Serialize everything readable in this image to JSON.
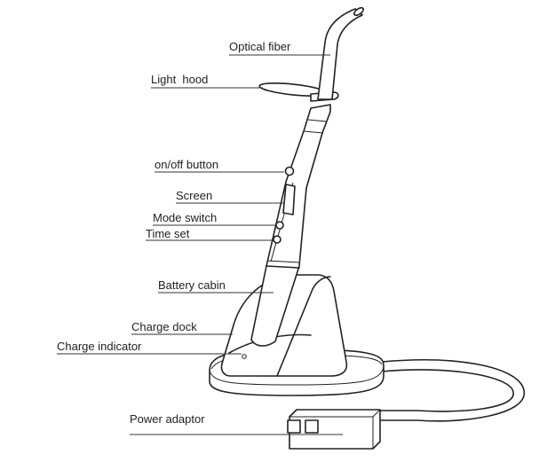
{
  "labels": {
    "optical_fiber": "Optical fiber",
    "light_hood": "Light  hood",
    "on_off_button": "on/off button",
    "screen": "Screen",
    "mode_switch": "Mode switch",
    "time_set": "Time set",
    "battery_cabin": "Battery cabin",
    "charge_dock": "Charge dock",
    "charge_indicator": "Charge indicator",
    "power_adaptor": "Power adaptor"
  },
  "colors": {
    "line": "#222222",
    "background": "#ffffff"
  }
}
